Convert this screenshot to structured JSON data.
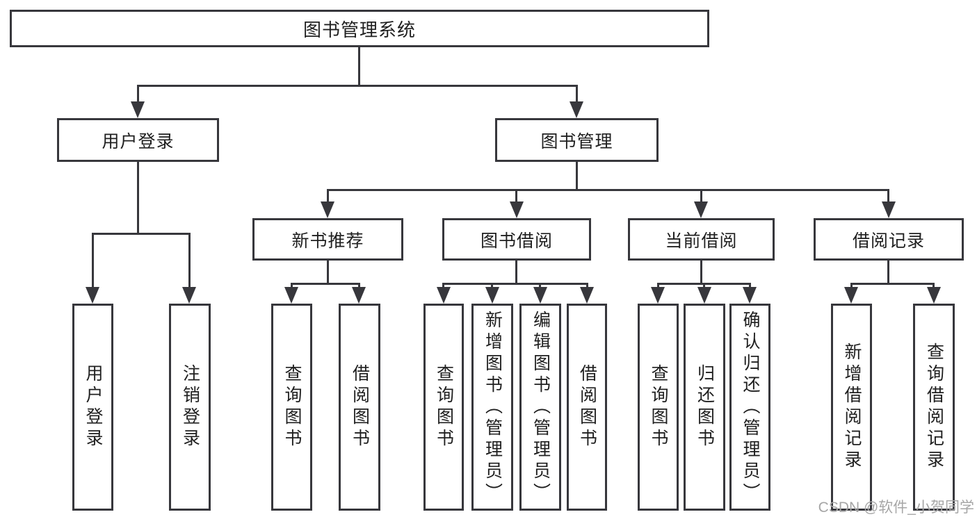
{
  "diagram_type": "tree",
  "nodes": {
    "root": "图书管理系统",
    "user_login": "用户登录",
    "book_mgmt": "图书管理",
    "new_rec": "新书推荐",
    "book_borrow": "图书借阅",
    "current_borrow": "当前借阅",
    "borrow_record": "借阅记录"
  },
  "leaves": {
    "user_login_1": "用户登录",
    "user_login_2": "注销登录",
    "new_rec_1": "查询图书",
    "new_rec_2": "借阅图书",
    "book_borrow_1": "查询图书",
    "book_borrow_2": "新增图书（管理员）",
    "book_borrow_3": "编辑图书（管理员）",
    "book_borrow_4": "借阅图书",
    "current_borrow_1": "查询图书",
    "current_borrow_2": "归还图书",
    "current_borrow_3": "确认归还（管理员）",
    "borrow_record_1": "新增借阅记录",
    "borrow_record_2": "查询借阅记录"
  },
  "hierarchy": {
    "图书管理系统": [
      "用户登录",
      "图书管理"
    ],
    "用户登录": [
      "用户登录",
      "注销登录"
    ],
    "图书管理": [
      "新书推荐",
      "图书借阅",
      "当前借阅",
      "借阅记录"
    ],
    "新书推荐": [
      "查询图书",
      "借阅图书"
    ],
    "图书借阅": [
      "查询图书",
      "新增图书（管理员）",
      "编辑图书（管理员）",
      "借阅图书"
    ],
    "当前借阅": [
      "查询图书",
      "归还图书",
      "确认归还（管理员）"
    ],
    "借阅记录": [
      "新增借阅记录",
      "查询借阅记录"
    ]
  },
  "watermark": "CSDN @软件_小贺同学",
  "colors": {
    "line": "#37373c",
    "text": "#1f1f1f",
    "background": "#ffffff",
    "watermark": "#a6a6a6"
  }
}
